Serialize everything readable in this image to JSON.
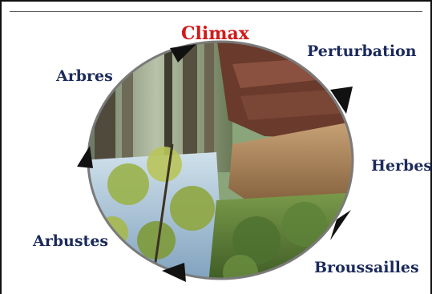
{
  "diagram": {
    "title": "Climax",
    "stages": {
      "perturbation": "Perturbation",
      "herbes": "Herbes",
      "broussailles": "Broussailles",
      "arbustes": "Arbustes",
      "arbres": "Arbres"
    }
  },
  "colors": {
    "title": "#d11a1a",
    "stage_label": "#1b2a5c",
    "arrow": "#111111",
    "ring": "#7a7a7a"
  },
  "image_regions": [
    "forest-trees",
    "fallen-logs",
    "dry-grass",
    "shrubs",
    "young-tree-foliage"
  ]
}
